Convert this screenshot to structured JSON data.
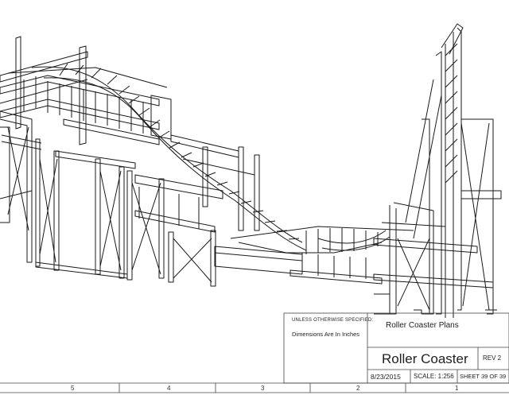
{
  "title_block": {
    "notes_heading": "UNLESS OTHERWISE SPECIFIED:",
    "dimensions_note": "Dimensions Are In Inches",
    "project_name": "Roller Coaster Plans",
    "drawing_title": "Roller Coaster",
    "revision": "REV 2",
    "date": "8/23/2015",
    "scale": "SCALE: 1:256",
    "sheet": "SHEET 39 OF 39"
  },
  "zones": [
    "5",
    "4",
    "3",
    "2",
    "1"
  ],
  "line_color": "#1a1a1a"
}
